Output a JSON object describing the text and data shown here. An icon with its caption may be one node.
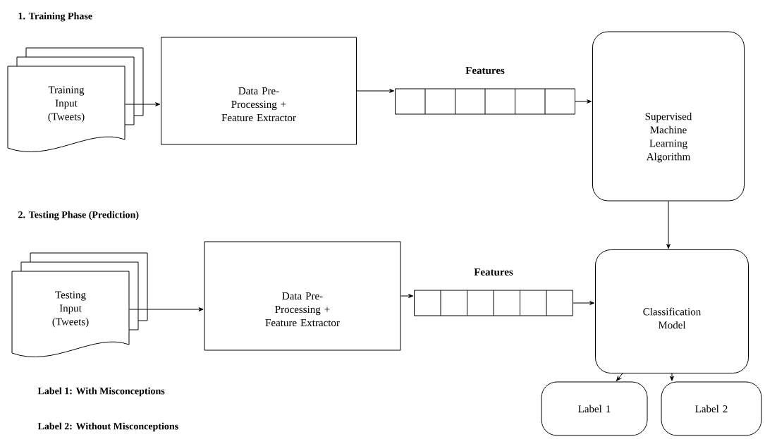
{
  "diagram": {
    "nodes": [
      {
        "text": [
          "Training Input (Tweets)"
        ]
      },
      {
        "text": [
          "Data Pre- Processing + Feature Extractor"
        ]
      },
      {
        "text": [
          "Features"
        ]
      },
      {
        "text": [
          "Supervised Machine Learning Algorithm"
        ]
      },
      {
        "text": [
          "Testing Input (Tweets)"
        ]
      },
      {
        "text": [
          "Data Pre- Processing + Feature Extractor"
        ]
      },
      {
        "text": [
          "Features"
        ]
      },
      {
        "text": [
          "Classification Model"
        ]
      },
      {
        "text": [
          "Label 1"
        ]
      },
      {
        "text": [
          "Label 2"
        ]
      }
    ],
    "edges": [
      {
        "from": 0,
        "to": 1,
        "arrow": "to"
      },
      {
        "from": 1,
        "to": 2,
        "arrow": "to"
      },
      {
        "from": 2,
        "to": 3,
        "arrow": "to"
      },
      {
        "from": 3,
        "to": 7,
        "arrow": "to"
      },
      {
        "from": 4,
        "to": 5,
        "arrow": "to"
      },
      {
        "from": 5,
        "to": 6,
        "arrow": "to"
      },
      {
        "from": 6,
        "to": 7,
        "arrow": "to"
      },
      {
        "from": 7,
        "to": 8,
        "arrow": "to"
      },
      {
        "from": 7,
        "to": 9,
        "arrow": "to"
      }
    ],
    "labels": [
      "1. Training Phase",
      "2. Testing Phase (Prediction)",
      "Label 1: With Misconceptions",
      "Label 2: Without Misconceptions"
    ]
  }
}
